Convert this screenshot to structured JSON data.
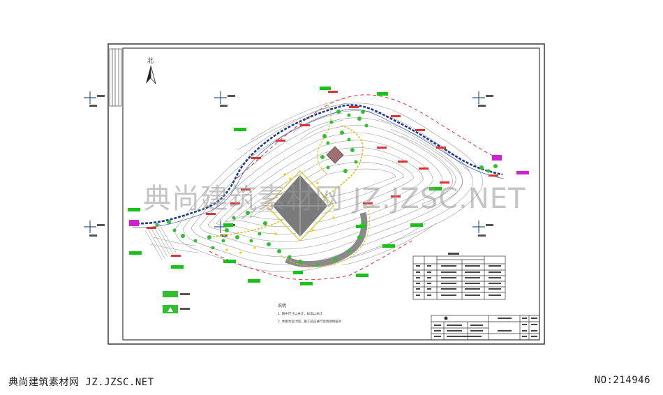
{
  "north_label": "北",
  "watermark": "典尚建筑素材网 JZ.JZSC.NET",
  "footer": {
    "site": "典尚建筑素材网 JZ.JZSC.NET",
    "number": "NO:214946"
  },
  "notes": {
    "heading": "说明",
    "line1": "1. 图中尺寸以米计，标高以米计",
    "line2": "2. 本图为设计图，施工前应进行现场放线核对"
  },
  "colors": {
    "line_white": "#ffffff",
    "frame": "#2c2c2c",
    "contour": "#9a9a9a",
    "path": "#1a3a8a",
    "vegetation": "#2fbf2f",
    "label": "#19c219",
    "magenta": "#d020d0",
    "red": "#d33",
    "pavilion": "#7a7a7a"
  },
  "icons": [
    "north-arrow-icon",
    "crosshair-icon",
    "tree-icon"
  ]
}
